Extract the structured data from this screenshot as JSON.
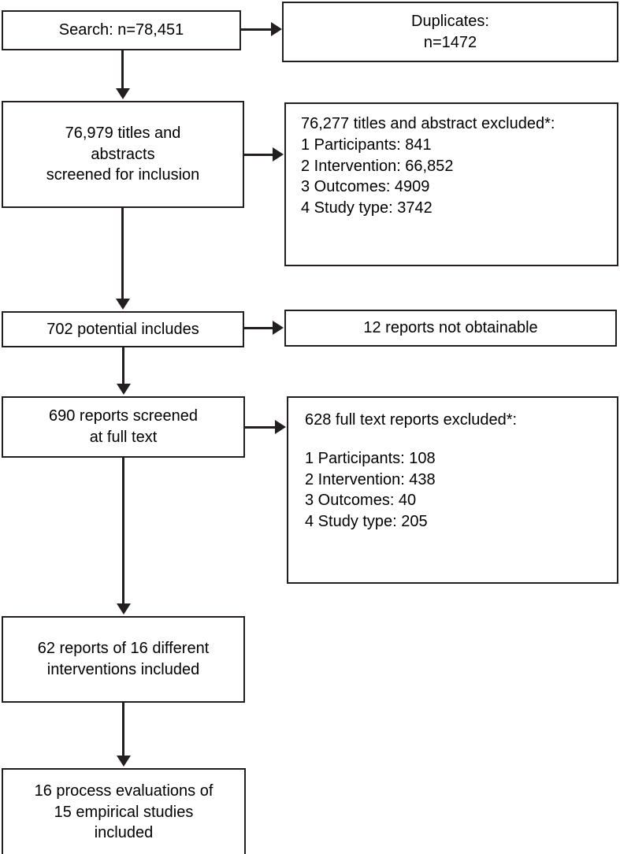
{
  "diagram": {
    "type": "prisma-study-flow",
    "boxes": {
      "search": {
        "lines": [
          "Search: n=78,451"
        ]
      },
      "duplicates": {
        "lines": [
          "Duplicates:",
          "n=1472"
        ]
      },
      "screened": {
        "lines": [
          "76,979 titles and",
          "abstracts",
          "screened for inclusion"
        ]
      },
      "excluded_titles_abstracts": {
        "header": "76,277 titles and abstract excluded*:",
        "reasons": [
          "1 Participants: 841",
          "2 Intervention: 66,852",
          "3 Outcomes: 4909",
          "4 Study type: 3742"
        ]
      },
      "potential_includes": {
        "lines": [
          "702 potential includes"
        ]
      },
      "not_obtainable": {
        "lines": [
          "12 reports not obtainable"
        ]
      },
      "full_text_screened": {
        "lines": [
          "690 reports screened",
          "at full text"
        ]
      },
      "excluded_full_text": {
        "header": "628 full text reports excluded*:",
        "reasons": [
          "1 Participants: 108",
          "2 Intervention: 438",
          "3 Outcomes: 40",
          "4 Study type: 205"
        ]
      },
      "included_reports": {
        "lines": [
          "62 reports of 16 different",
          "interventions included"
        ]
      },
      "process_evaluations": {
        "lines": [
          "16 process evaluations of",
          "15 empirical studies",
          "included"
        ]
      }
    },
    "colors": {
      "stroke": "#231f20",
      "fill": "#ffffff",
      "text": "#000000"
    }
  }
}
